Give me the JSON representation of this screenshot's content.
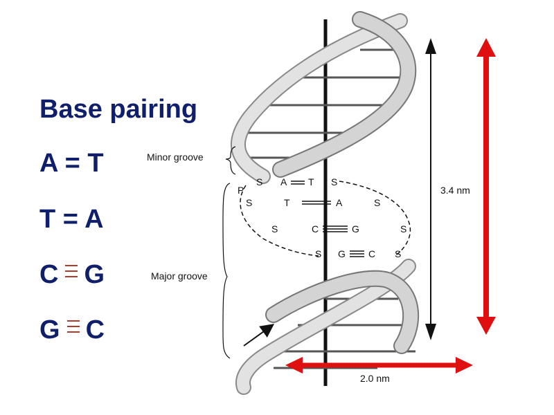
{
  "title": "Base pairing",
  "pairs": [
    {
      "left": "A",
      "bond": "=",
      "right": "T"
    },
    {
      "left": "T",
      "bond": "=",
      "right": "A"
    },
    {
      "left": "C",
      "bond": "≡",
      "right": "G"
    },
    {
      "left": "G",
      "bond": "≡",
      "right": "C"
    }
  ],
  "labels": {
    "minor_groove": "Minor groove",
    "major_groove": "Major groove",
    "pitch": "3.4 nm",
    "width": "2.0 nm"
  },
  "ladder": {
    "row1": [
      "S",
      "A",
      "T",
      "S"
    ],
    "row2": [
      "S",
      "T",
      "A",
      "S"
    ],
    "row3": [
      "S",
      "C",
      "G",
      "S"
    ],
    "row4": [
      "S",
      "G",
      "C",
      "S"
    ],
    "phosphate": "P"
  },
  "colors": {
    "text": "#0f1f6b",
    "bond": "#b03a2e",
    "arrow_red": "#e01010",
    "strand": "#d9d9d9"
  }
}
